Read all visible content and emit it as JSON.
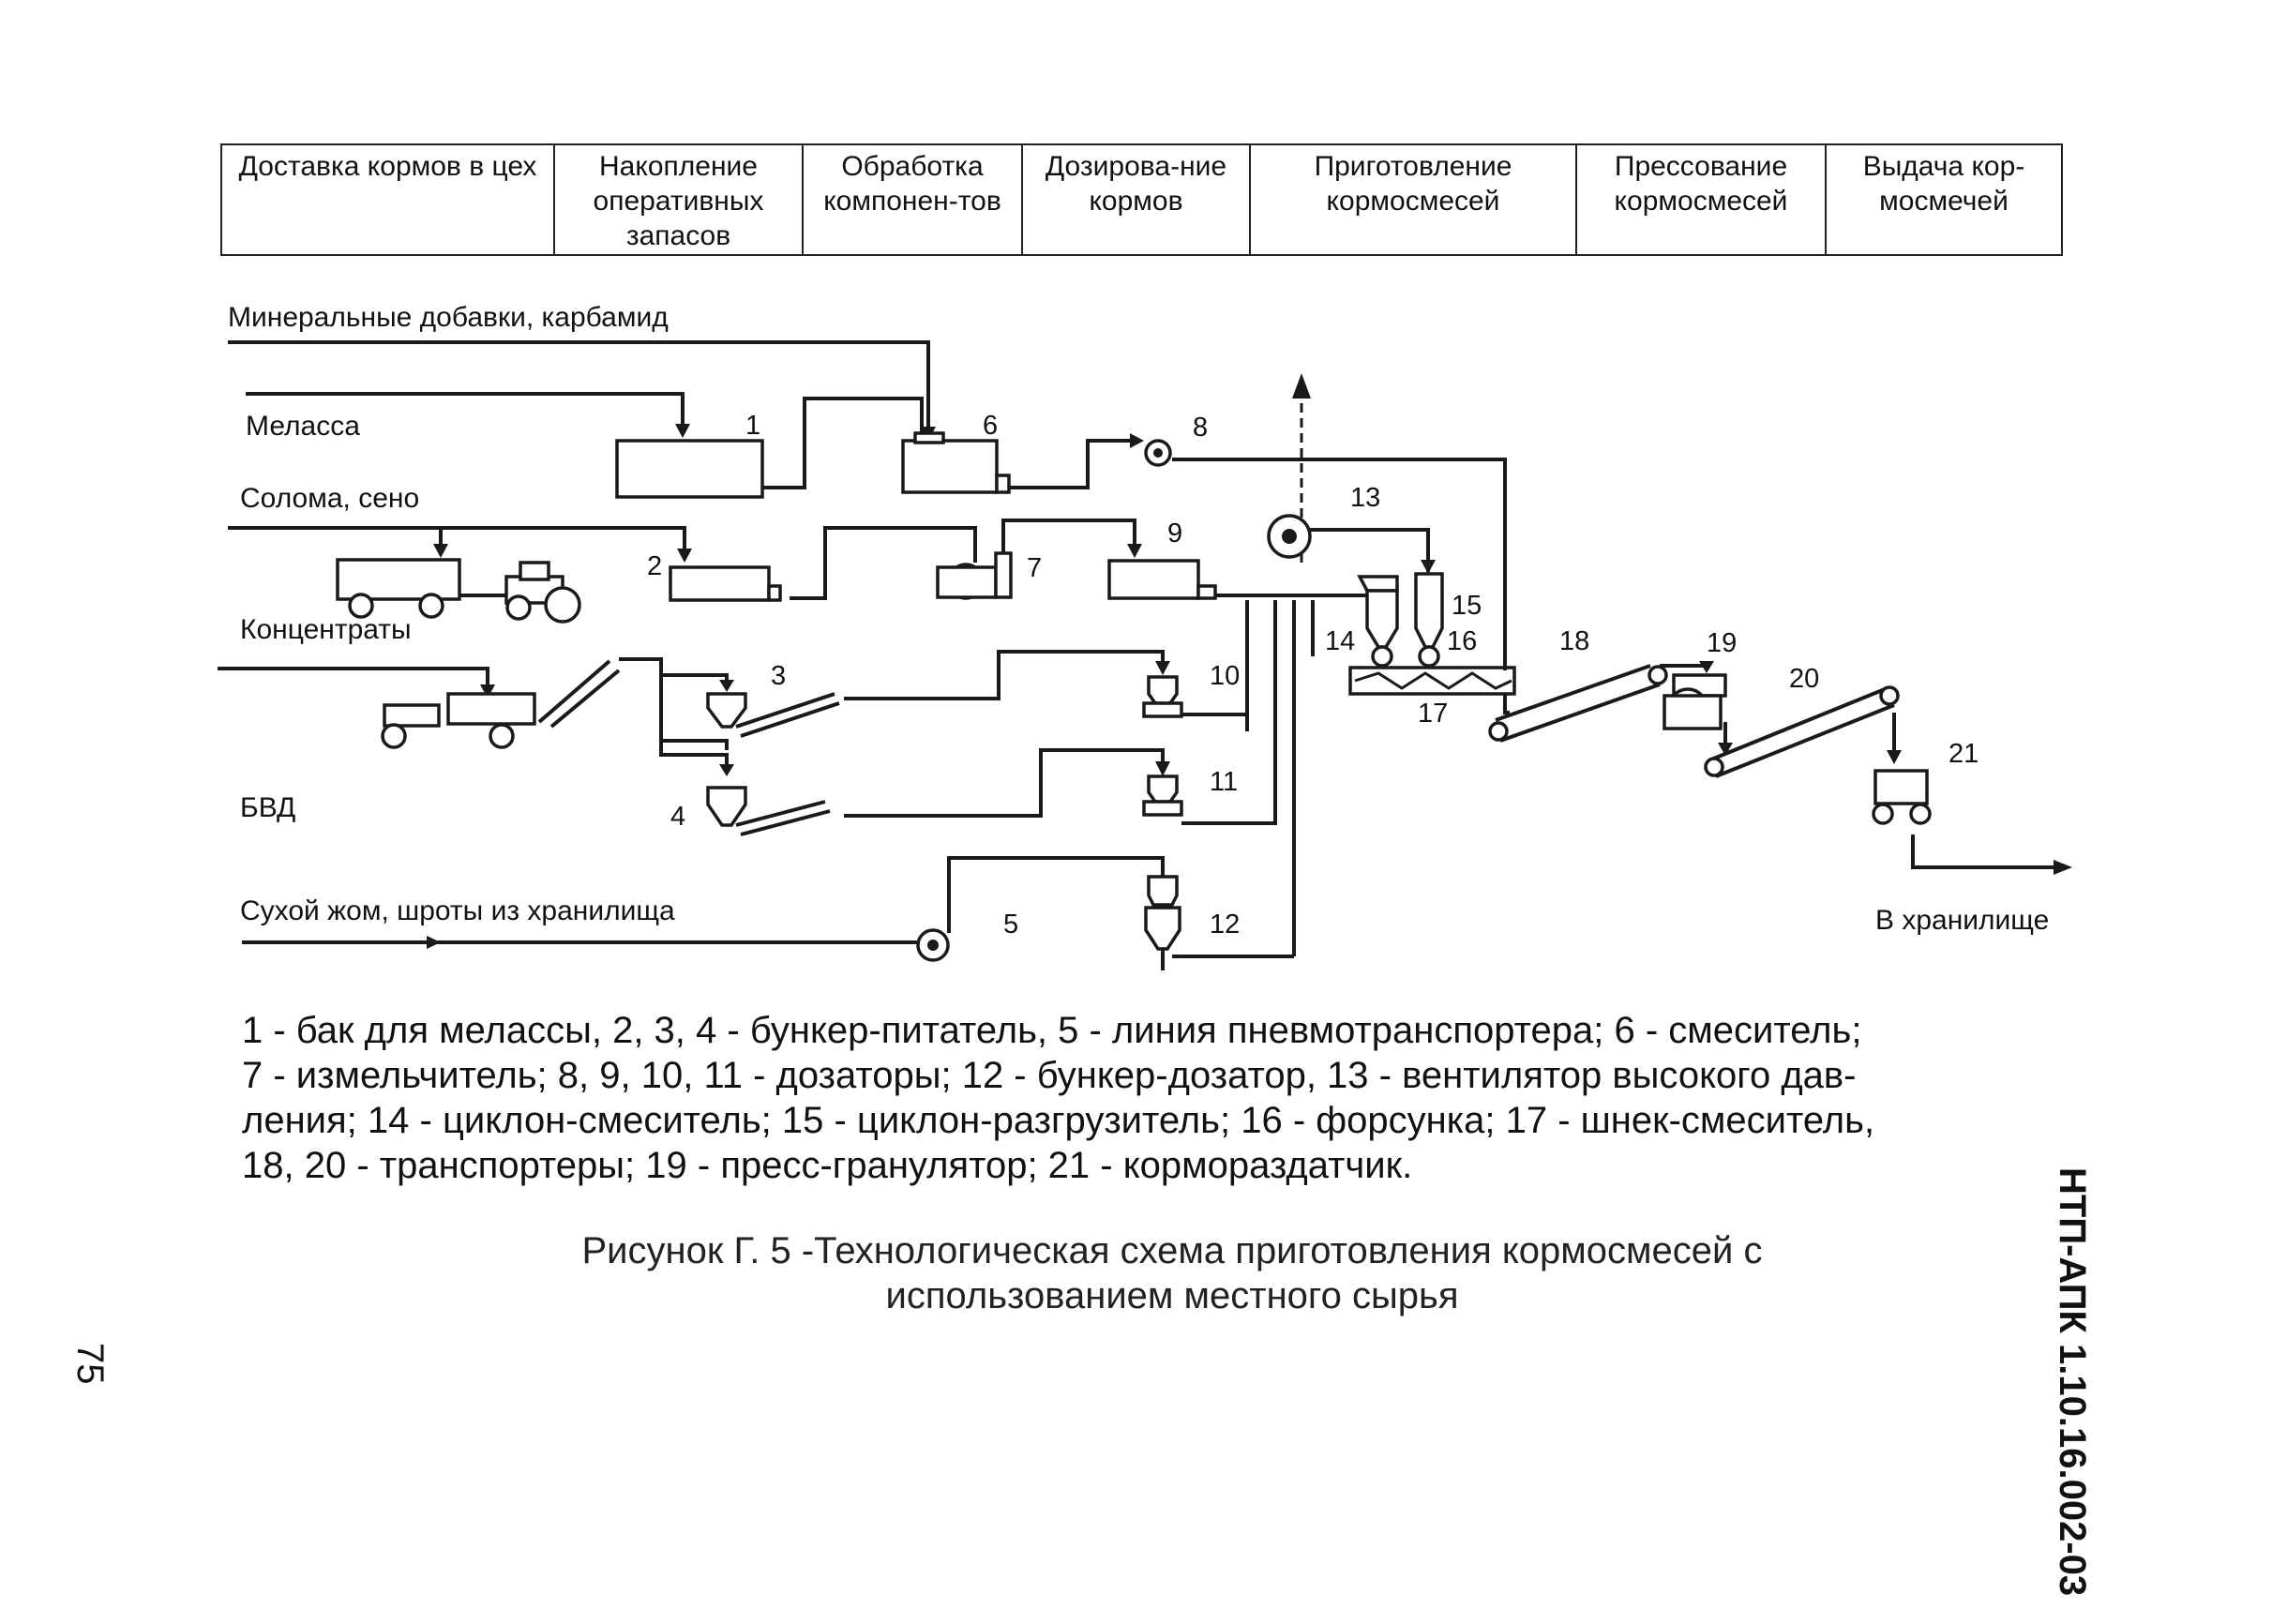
{
  "header_stages": [
    "Доставка кормов в цех",
    "Накопление оперативных запасов",
    "Обработка компонен-тов",
    "Дозирова-ние кормов",
    "Приготовление кормосмесей",
    "Прессование кормосмесей",
    "Выдача кор-мосмечей"
  ],
  "inputs": {
    "mineral": "Минеральные добавки, карбамид",
    "molasses": "Меласса",
    "straw": "Солома,  сено",
    "concentrates": "Концентраты",
    "bvd": "БВД",
    "dry_pulp": "Сухой жом, шроты из хранилища"
  },
  "output_label": "В хранилище",
  "numbers": [
    "1",
    "2",
    "3",
    "4",
    "5",
    "6",
    "7",
    "8",
    "9",
    "10",
    "11",
    "12",
    "13",
    "14",
    "15",
    "16",
    "17",
    "18",
    "19",
    "20",
    "21"
  ],
  "legend": [
    "1 - бак для мелассы, 2, 3, 4 - бункер-питатель, 5 - линия пневмотранспортера; 6 - смеситель;",
    "7 - измельчитель; 8, 9, 10, 11 - дозаторы; 12 - бункер-дозатор, 13 - вентилятор высокого дав-",
    "ления; 14 - циклон-смеситель; 15 - циклон-разгрузитель; 16 - форсунка; 17 - шнек-смеситель,",
    "18, 20 - транспортеры; 19 - пресс-гранулятор; 21 - кормораздатчик."
  ],
  "caption": [
    "Рисунок Г. 5 -Технологическая схема приготовления кормосмесей с",
    "использованием местного сырья"
  ],
  "side_code": "НТП-АПК 1.10.16.002-03",
  "page_number": "75"
}
